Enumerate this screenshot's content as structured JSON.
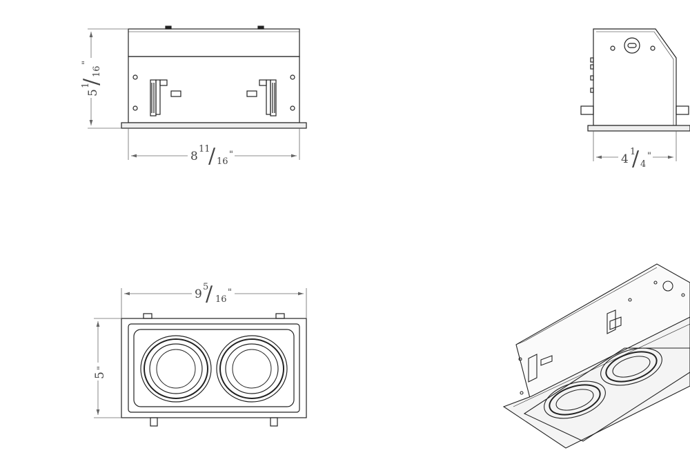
{
  "dimensions": {
    "front_height": {
      "whole": "5",
      "num": "1",
      "den": "16",
      "unit": "\""
    },
    "front_width": {
      "whole": "8",
      "num": "11",
      "den": "16",
      "unit": "\""
    },
    "side_depth": {
      "whole": "4",
      "num": "1",
      "den": "4",
      "unit": "\""
    },
    "bottom_width": {
      "whole": "9",
      "num": "5",
      "den": "16",
      "unit": "\""
    },
    "bottom_height": {
      "whole": "5",
      "unit": "\""
    }
  }
}
